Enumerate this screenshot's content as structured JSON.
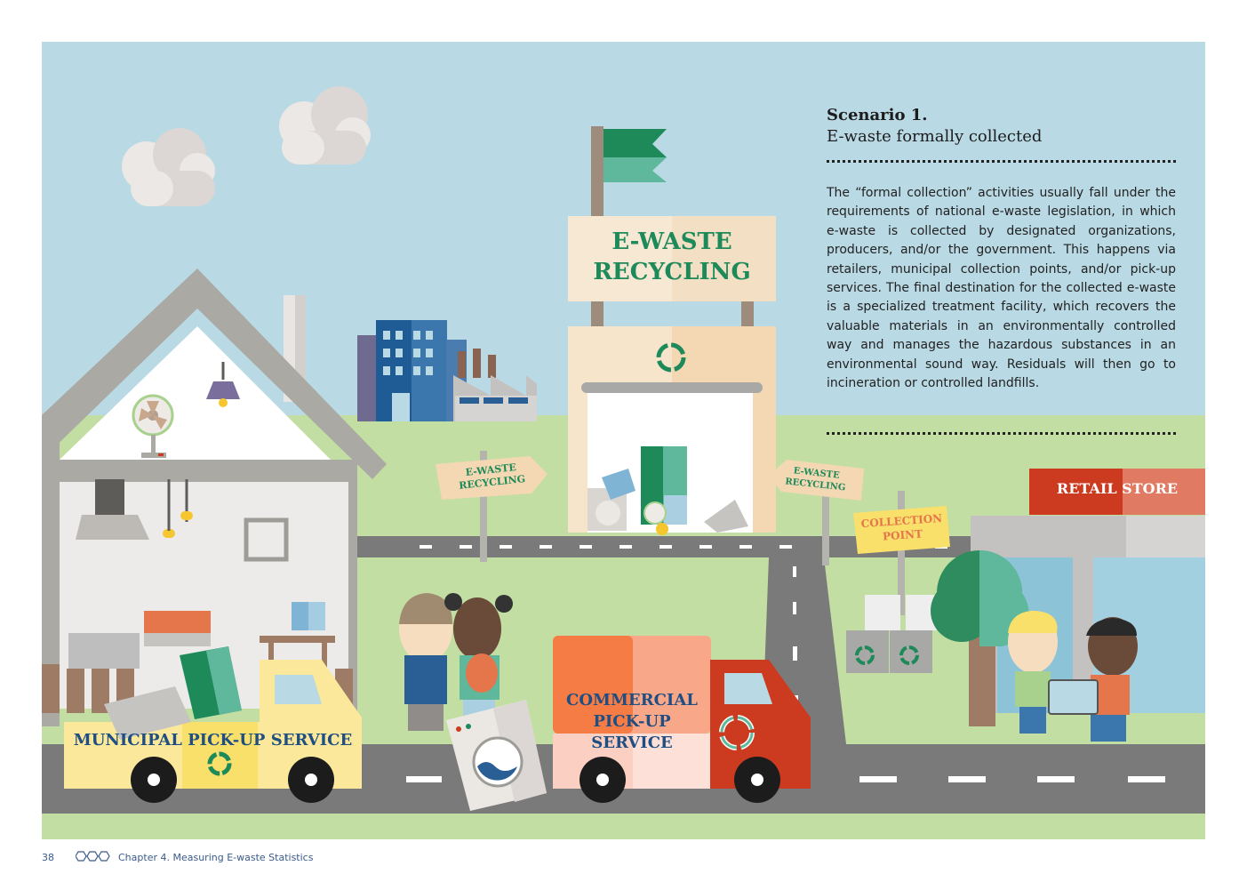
{
  "scenario": {
    "title": "Scenario 1.",
    "subtitle": "E-waste formally collected",
    "body": "The “formal collection” activities usually fall under the requirements of national e-waste legislation, in which e-waste is collected by designated organizations, producers, and/or the government. This happens via retailers, municipal collection points, and/or pick-up services. The final destination for the collected e-waste is a specialized treatment facility, which recovers the valuable materials in an environmentally controlled way and manages the hazardous substances in an environmental sound way. Residuals will then go to incineration or controlled landfills."
  },
  "labels": {
    "facility_sign_line1": "E-WASTE",
    "facility_sign_line2": "RECYCLING",
    "signpost_left_line1": "E-WASTE",
    "signpost_left_line2": "RECYCLING",
    "signpost_right_line1": "E-WASTE",
    "signpost_right_line2": "RECYCLING",
    "collection_point_line1": "COLLECTION",
    "collection_point_line2": "POINT",
    "retail_store": "RETAIL STORE",
    "municipal_truck": "MUNICIPAL PICK-UP SERVICE",
    "commercial_truck_line1": "COMMERCIAL",
    "commercial_truck_line2": "PICK-UP",
    "commercial_truck_line3": "SERVICE"
  },
  "footer": {
    "page_number": "38",
    "chapter": "Chapter 4. Measuring E-waste Statistics"
  },
  "colors": {
    "sky": "#b9d9e4",
    "grass": "#c3dea3",
    "road": "#7a7a7a",
    "brand_green": "#1e8a5a",
    "retail_red": "#cc3a1f",
    "truck_yellow": "#fbe89a",
    "truck_orange": "#f67c45"
  }
}
